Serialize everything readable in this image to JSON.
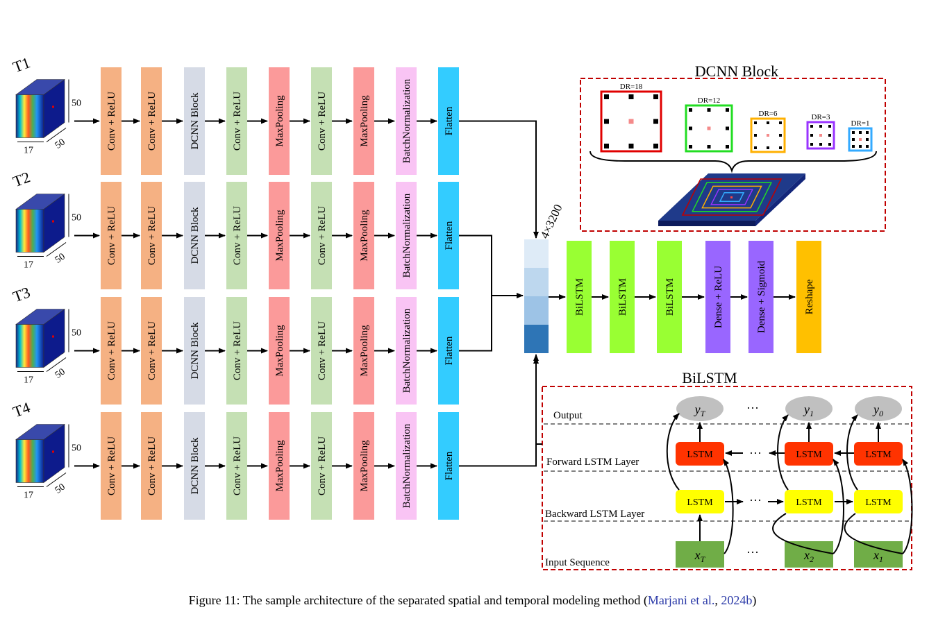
{
  "inputs": [
    {
      "label": "T1",
      "height_label": "50",
      "depth_label": "50",
      "width_label": "17"
    },
    {
      "label": "T2",
      "height_label": "50",
      "depth_label": "50",
      "width_label": "17"
    },
    {
      "label": "T3",
      "height_label": "50",
      "depth_label": "50",
      "width_label": "17"
    },
    {
      "label": "T4",
      "height_label": "50",
      "depth_label": "50",
      "width_label": "17"
    }
  ],
  "pipeline_layers": [
    {
      "label": "Conv + ReLU",
      "color": "#f5b183"
    },
    {
      "label": "Conv + ReLU",
      "color": "#f5b183"
    },
    {
      "label": "DCNN Block",
      "color": "#d6dbe6"
    },
    {
      "label": "Conv + ReLU",
      "color": "#c5e0b4"
    },
    {
      "label": "MaxPooling",
      "color": "#fb9a9a"
    },
    {
      "label": "Conv + ReLU",
      "color": "#c5e0b4"
    },
    {
      "label": "MaxPooling",
      "color": "#fb9a9a"
    },
    {
      "label": "BatchNormalization",
      "color": "#f9c4f4"
    },
    {
      "label": "Flatten",
      "color": "#33ccff"
    }
  ],
  "merge": {
    "label": "4×3200",
    "colors": [
      "#deebf7",
      "#bdd7ee",
      "#9dc3e6",
      "#2e75b6"
    ]
  },
  "temporal_layers": [
    {
      "label": "BiLSTM",
      "color": "#99ff33"
    },
    {
      "label": "BiLSTM",
      "color": "#99ff33"
    },
    {
      "label": "BiLSTM",
      "color": "#99ff33"
    },
    {
      "label": "Dense + ReLU",
      "color": "#9966ff"
    },
    {
      "label": "Dense + Sigmoid",
      "color": "#9966ff"
    },
    {
      "label": "Reshape",
      "color": "#ffc000"
    }
  ],
  "dcnn_block": {
    "title": "DCNN Block",
    "kernels": [
      {
        "label": "DR=18",
        "color": "#e00000"
      },
      {
        "label": "DR=12",
        "color": "#22dd22"
      },
      {
        "label": "DR=6",
        "color": "#ffb000"
      },
      {
        "label": "DR=3",
        "color": "#9933ff"
      },
      {
        "label": "DR=1",
        "color": "#33aaff"
      }
    ]
  },
  "bilstm": {
    "title": "BiLSTM",
    "rows": [
      "Output",
      "Forward LSTM Layer",
      "Backward LSTM Layer",
      "Input Sequence"
    ],
    "cell_label": "LSTM",
    "ellipsis": "···",
    "outputs": [
      {
        "sym": "y",
        "sub": "T"
      },
      {
        "sym": "y",
        "sub": "1"
      },
      {
        "sym": "y",
        "sub": "0"
      }
    ],
    "inputs": [
      {
        "sym": "x",
        "sub": "T"
      },
      {
        "sym": "x",
        "sub": "2"
      },
      {
        "sym": "x",
        "sub": "1"
      }
    ]
  },
  "caption": {
    "text": "Figure 11: The sample architecture of the separated spatial and temporal modeling method (",
    "cite_author": "Marjani et al.",
    "sep": ", ",
    "cite_year": "2024b",
    "close": ")"
  }
}
